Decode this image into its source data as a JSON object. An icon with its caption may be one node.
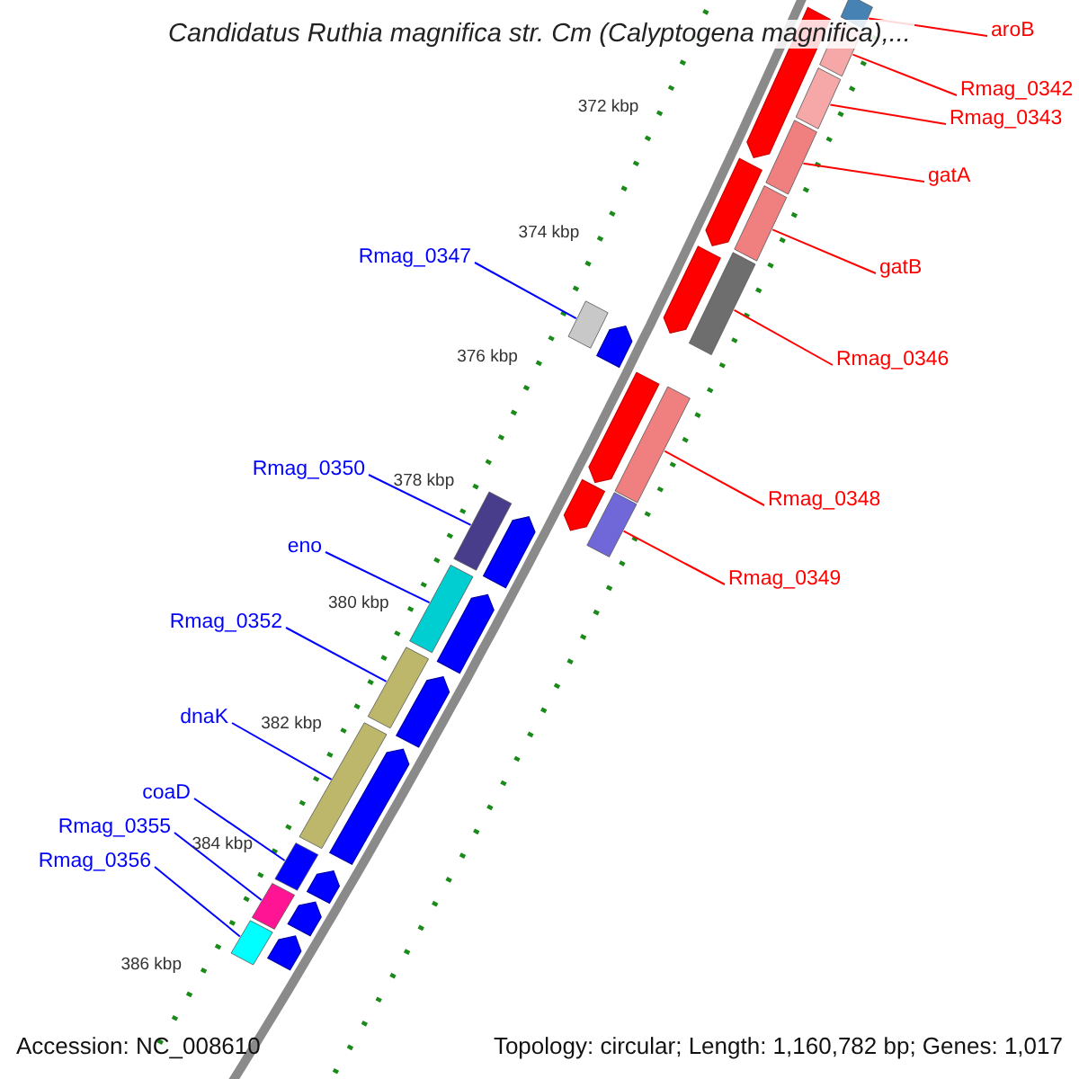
{
  "diagram": {
    "title": "Candidatus Ruthia magnifica str. Cm (Calyptogena magnifica),...",
    "nodes": [
      {
        "text": [
          "aroB"
        ]
      },
      {
        "text": [
          "Rmag_0342"
        ]
      },
      {
        "text": [
          "Rmag_0343"
        ]
      },
      {
        "text": [
          "gatA"
        ]
      },
      {
        "text": [
          "gatB"
        ]
      },
      {
        "text": [
          "Rmag_0346"
        ]
      },
      {
        "text": [
          "Rmag_0348"
        ]
      },
      {
        "text": [
          "Rmag_0349"
        ]
      },
      {
        "text": [
          "Rmag_0347"
        ]
      },
      {
        "text": [
          "Rmag_0350"
        ]
      },
      {
        "text": [
          "eno"
        ]
      },
      {
        "text": [
          "Rmag_0352"
        ]
      },
      {
        "text": [
          "dnaK"
        ]
      },
      {
        "text": [
          "coaD"
        ]
      },
      {
        "text": [
          "Rmag_0355"
        ]
      },
      {
        "text": [
          "Rmag_0356"
        ]
      },
      {
        "text": [],
        "shape": "box"
      },
      {
        "text": [],
        "shape": "box"
      },
      {
        "text": [],
        "shape": "box"
      },
      {
        "text": [],
        "shape": "box"
      },
      {
        "text": [],
        "shape": "box"
      },
      {
        "text": [],
        "shape": "box"
      },
      {
        "text": [],
        "shape": "box"
      },
      {
        "text": [],
        "shape": "box"
      },
      {
        "text": [],
        "shape": "box"
      },
      {
        "text": [],
        "shape": "box"
      },
      {
        "text": [],
        "shape": "box"
      },
      {
        "text": [],
        "shape": "box"
      },
      {
        "text": [],
        "shape": "box"
      },
      {
        "text": [],
        "shape": "box"
      },
      {
        "text": [],
        "shape": "box"
      },
      {
        "text": [],
        "shape": "box"
      }
    ],
    "edges": [
      {
        "from": 0,
        "to": 16,
        "arrow": "none"
      },
      {
        "from": 1,
        "to": 17,
        "arrow": "none"
      },
      {
        "from": 2,
        "to": 18,
        "arrow": "none"
      },
      {
        "from": 3,
        "to": 19,
        "arrow": "none"
      },
      {
        "from": 4,
        "to": 20,
        "arrow": "none"
      },
      {
        "from": 5,
        "to": 21,
        "arrow": "none"
      },
      {
        "from": 6,
        "to": 23,
        "arrow": "none"
      },
      {
        "from": 7,
        "to": 24,
        "arrow": "none"
      },
      {
        "from": 8,
        "to": 22,
        "arrow": "none",
        "color": "#0000ff"
      },
      {
        "from": 9,
        "to": 25,
        "arrow": "none",
        "color": "#0000ff"
      },
      {
        "from": 10,
        "to": 26,
        "arrow": "none",
        "color": "#0000ff"
      },
      {
        "from": 11,
        "to": 27,
        "arrow": "none",
        "color": "#0000ff"
      },
      {
        "from": 12,
        "to": 28,
        "arrow": "none",
        "color": "#0000ff"
      },
      {
        "from": 13,
        "to": 29,
        "arrow": "none",
        "color": "#0000ff"
      },
      {
        "from": 14,
        "to": 30,
        "arrow": "none",
        "color": "#0000ff"
      },
      {
        "from": 15,
        "to": 31,
        "arrow": "none",
        "color": "#0000ff"
      }
    ],
    "labels": [
      "372 kbp",
      "374 kbp",
      "376 kbp",
      "378 kbp",
      "380 kbp",
      "382 kbp",
      "384 kbp",
      "386 kbp",
      "Accession: NC_008610",
      "Topology: circular; Length: 1,160,782 bp; Genes: 1,017"
    ]
  }
}
